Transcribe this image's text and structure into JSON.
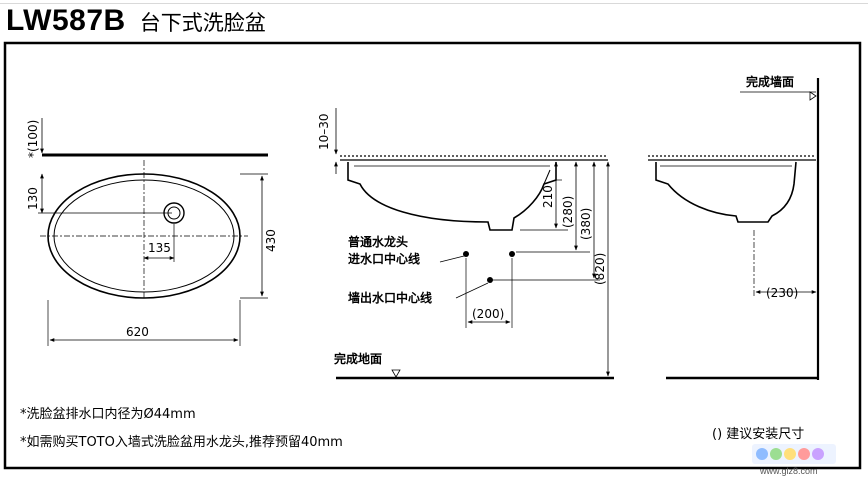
{
  "title": {
    "model": "LW587B",
    "name": "台下式洗脸盆"
  },
  "plan_view": {
    "dim_top": "*(100)",
    "dim_drain_offset": "130",
    "dim_drain_center": "135",
    "dim_height": "430",
    "dim_width": "620"
  },
  "section_view": {
    "dim_thickness": "10–30",
    "dim_210": "210",
    "dim_280": "(280)",
    "dim_380": "(380)",
    "dim_820": "(820)",
    "dim_200": "(200)",
    "label_faucet_line1": "普通水龙头",
    "label_faucet_line2": "进水口中心线",
    "label_wall_outlet": "墙出水口中心线",
    "label_floor": "完成地面"
  },
  "side_view": {
    "label_wall": "完成墙面",
    "dim_230": "(230)"
  },
  "notes": [
    "*洗脸盆排水口内径为Ø44mm",
    "*如需购买TOTO入墙式洗脸盆用水龙头,推荐预留40mm"
  ],
  "legend_note": "()  建议安装尺寸",
  "watermark": {
    "site": "www.glz8.com"
  }
}
